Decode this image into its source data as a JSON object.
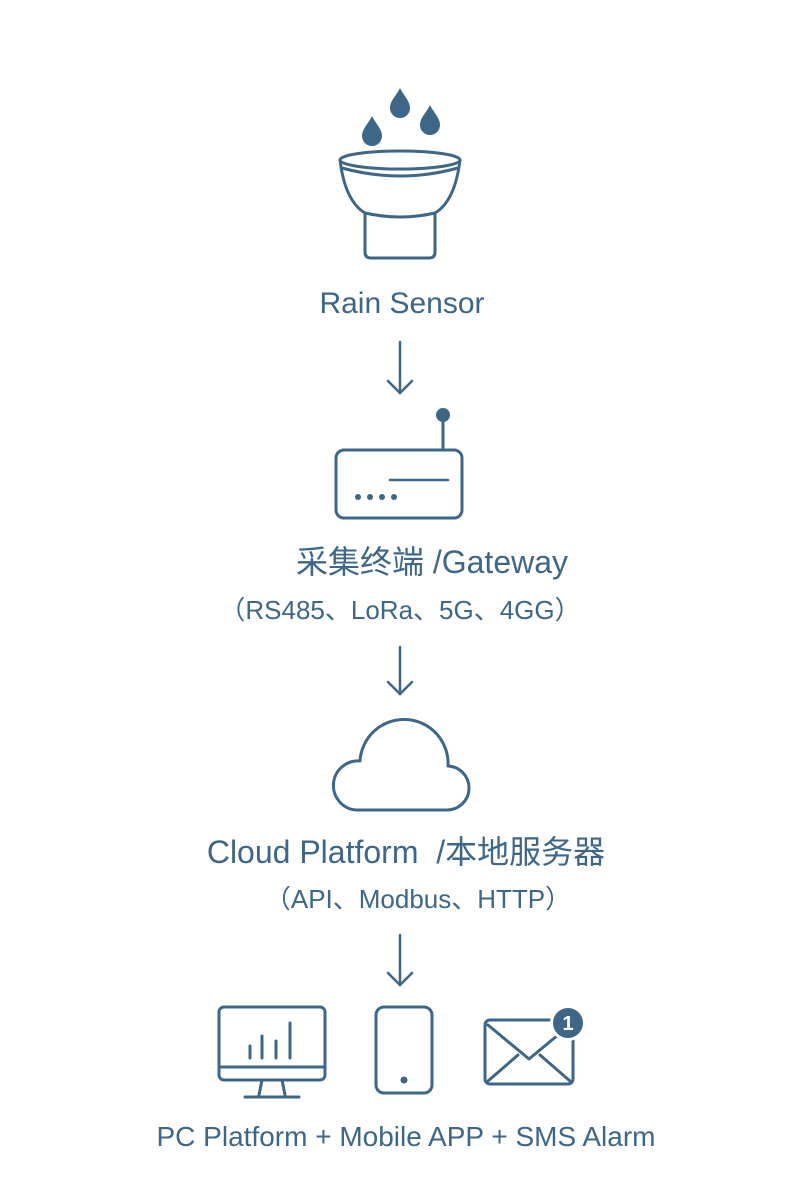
{
  "colors": {
    "primary": "#3e6787",
    "background": "#ffffff",
    "badge_text": "#ffffff"
  },
  "nodes": {
    "sensor": {
      "icons": [
        "rain-drops-icon",
        "rain-gauge-icon"
      ],
      "label": "Rain Sensor"
    },
    "gateway": {
      "icon": "router-icon",
      "title": "采集终端 /Gateway",
      "protocols": "（RS485、LoRa、5G、4GG）"
    },
    "cloud": {
      "icon": "cloud-icon",
      "title": "Cloud Platform  /本地服务器",
      "protocols": "（API、Modbus、HTTP）"
    },
    "outputs": {
      "icons": [
        "monitor-icon",
        "phone-icon",
        "mail-icon"
      ],
      "label": "PC Platform + Mobile APP + SMS Alarm",
      "badge_count": "1"
    }
  },
  "connectors": [
    "arrow-down-icon",
    "arrow-down-icon",
    "arrow-down-icon"
  ]
}
